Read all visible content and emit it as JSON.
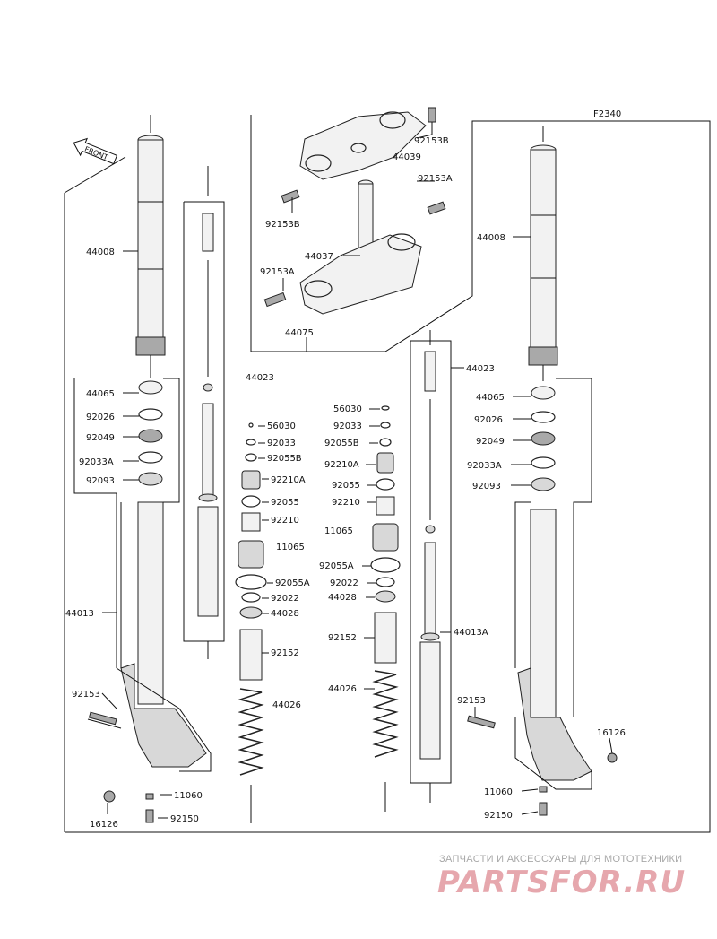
{
  "diagram": {
    "code": "F2340",
    "front_label": "FRONT",
    "labels": [
      {
        "id": "44008-l",
        "text": "44008"
      },
      {
        "id": "44065-l",
        "text": "44065"
      },
      {
        "id": "92026-l",
        "text": "92026"
      },
      {
        "id": "92049-l",
        "text": "92049"
      },
      {
        "id": "92033A-l",
        "text": "92033A"
      },
      {
        "id": "92093-l",
        "text": "92093"
      },
      {
        "id": "44013-l",
        "text": "44013"
      },
      {
        "id": "92153-l",
        "text": "92153"
      },
      {
        "id": "11060-l",
        "text": "11060"
      },
      {
        "id": "16126-l",
        "text": "16126"
      },
      {
        "id": "92150-l",
        "text": "92150"
      },
      {
        "id": "92153B-top",
        "text": "92153B"
      },
      {
        "id": "44039",
        "text": "44039"
      },
      {
        "id": "92153A-top",
        "text": "92153A"
      },
      {
        "id": "92153B-left",
        "text": "92153B"
      },
      {
        "id": "44037",
        "text": "44037"
      },
      {
        "id": "92153A-left",
        "text": "92153A"
      },
      {
        "id": "44075",
        "text": "44075"
      },
      {
        "id": "44023-l",
        "text": "44023"
      },
      {
        "id": "56030-l",
        "text": "56030"
      },
      {
        "id": "92033-l",
        "text": "92033"
      },
      {
        "id": "92055B-l",
        "text": "92055B"
      },
      {
        "id": "92210A-l",
        "text": "92210A"
      },
      {
        "id": "92055-l",
        "text": "92055"
      },
      {
        "id": "92210-l",
        "text": "92210"
      },
      {
        "id": "11065-l",
        "text": "11065"
      },
      {
        "id": "92055A-l",
        "text": "92055A"
      },
      {
        "id": "92022-l",
        "text": "92022"
      },
      {
        "id": "44028-l",
        "text": "44028"
      },
      {
        "id": "92152-l",
        "text": "92152"
      },
      {
        "id": "44026-l",
        "text": "44026"
      },
      {
        "id": "56030-r",
        "text": "56030"
      },
      {
        "id": "92033-r",
        "text": "92033"
      },
      {
        "id": "92055B-r",
        "text": "92055B"
      },
      {
        "id": "92210A-r",
        "text": "92210A"
      },
      {
        "id": "92055-r",
        "text": "92055"
      },
      {
        "id": "92210-r",
        "text": "92210"
      },
      {
        "id": "11065-r",
        "text": "11065"
      },
      {
        "id": "92055A-r",
        "text": "92055A"
      },
      {
        "id": "92022-r",
        "text": "92022"
      },
      {
        "id": "44028-r",
        "text": "44028"
      },
      {
        "id": "92152-r",
        "text": "92152"
      },
      {
        "id": "44026-r",
        "text": "44026"
      },
      {
        "id": "44023-r",
        "text": "44023"
      },
      {
        "id": "44013A",
        "text": "44013A"
      },
      {
        "id": "44008-r",
        "text": "44008"
      },
      {
        "id": "44065-r",
        "text": "44065"
      },
      {
        "id": "92026-r",
        "text": "92026"
      },
      {
        "id": "92049-r",
        "text": "92049"
      },
      {
        "id": "92033A-r",
        "text": "92033A"
      },
      {
        "id": "92093-r",
        "text": "92093"
      },
      {
        "id": "92153-r",
        "text": "92153"
      },
      {
        "id": "16126-r",
        "text": "16126"
      },
      {
        "id": "11060-r",
        "text": "11060"
      },
      {
        "id": "92150-r",
        "text": "92150"
      }
    ]
  },
  "watermark": {
    "tagline": "ЗАПЧАСТИ И АКСЕССУАРЫ ДЛЯ МОТОТЕХНИКИ",
    "logo": "PARTSFOR.RU"
  }
}
